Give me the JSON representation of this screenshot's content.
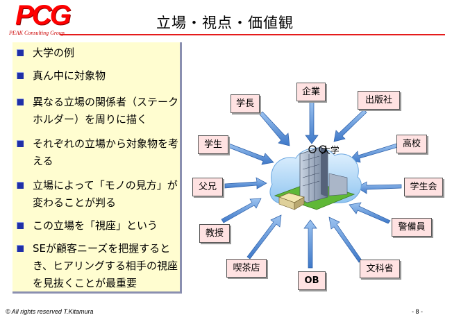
{
  "header": {
    "logo": "PCG",
    "logo_sub": "PEAK Consulting Group",
    "title": "立場・視点・価値観"
  },
  "bullets": [
    "大学の例",
    "真ん中に対象物",
    "異なる立場の関係者（ステークホルダー）を周りに描く",
    "それぞれの立場から対象物を考える",
    "立場によって「モノの見方」が変わることが判る",
    "この立場を「視座」という",
    "SEが顧客ニーズを把握するとき、ヒアリングする相手の視座を見抜くことが最重要"
  ],
  "diagram": {
    "center_label": "大学",
    "center_prefix": "○○",
    "stakeholders": {
      "kigyo": "企業",
      "gakucho": "学長",
      "shuppansha": "出版社",
      "gakusei": "学生",
      "koko": "高校",
      "fukei": "父兄",
      "gakuseikai": "学生会",
      "kyoju": "教授",
      "keibiin": "警備員",
      "kissaten": "喫茶店",
      "ob": "OB",
      "monkasho": "文科省"
    }
  },
  "footer": {
    "copyright": "©  All rights reserved T.Kitamura",
    "page": "- 8 -"
  },
  "colors": {
    "accent_red": "#e51b1b",
    "panel_bg": "#fffdd0",
    "bullet_blue": "#1f2fa8",
    "label_bg": "#ffe2e2",
    "arrow_blue": "#5b8fd8"
  }
}
